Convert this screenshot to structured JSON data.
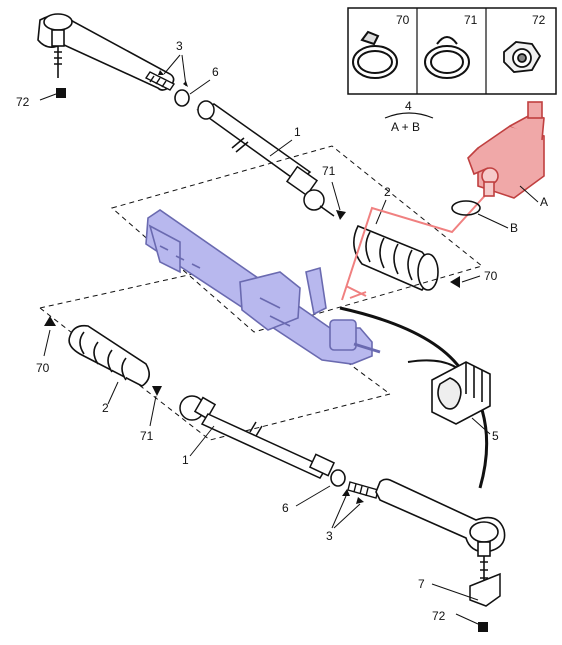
{
  "legend": {
    "items": [
      {
        "number": "70"
      },
      {
        "number": "71"
      },
      {
        "number": "72"
      }
    ],
    "tool_number": "4",
    "tool_parts": "A + B"
  },
  "callouts": {
    "tie_rod_upper": "1",
    "tie_rod_lower": "1",
    "boot_upper": "2",
    "boot_lower": "2",
    "nuts_upper": "3",
    "nuts_lower": "3",
    "washer_upper": "6",
    "washer_lower": "6",
    "ball_joint_marker_upper": "72",
    "ball_joint_marker_lower": "72",
    "clamp_upper": "71",
    "clamp_lower": "71",
    "band_upper": "70",
    "band_lower": "70",
    "silent_block": "5",
    "bracket": "7",
    "valve_body": "A",
    "o_ring": "B"
  },
  "colors": {
    "rack_highlight": "#b8b8ee",
    "rack_outline": "#6a6ab0",
    "valve_highlight": "#f0a8a8",
    "valve_outline": "#c04040",
    "line": "#111111"
  }
}
